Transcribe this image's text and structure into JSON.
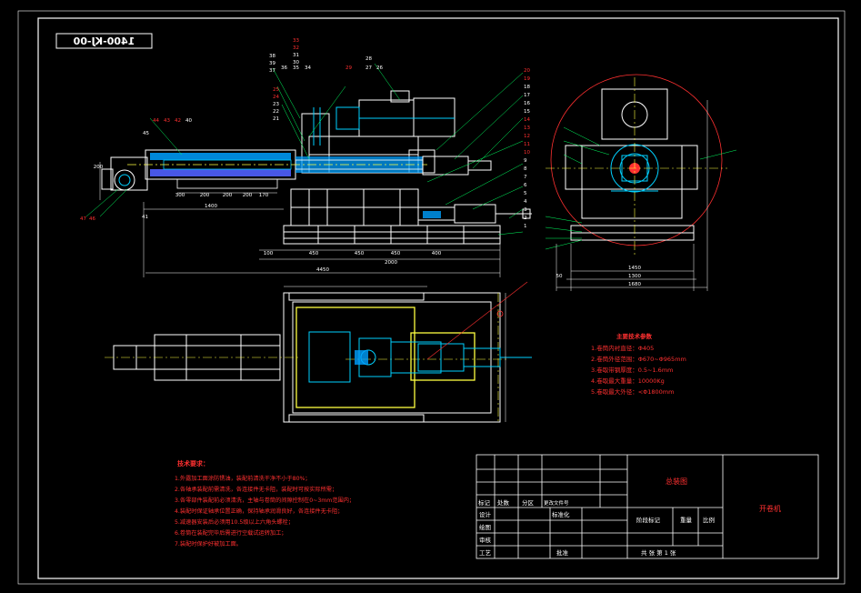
{
  "drawing_number": "1400-KJ-00",
  "colors": {
    "background": "#000000",
    "frame": "#ffffff",
    "outline": "#ffffff",
    "detail": "#00d0ff",
    "annotation": "#ff3030",
    "leader": "#00ff60",
    "centerline": "#ffff40",
    "cyan_body": "#00a0ff",
    "blue_body": "#5060ff"
  },
  "front_view": {
    "dimensions": [
      "1400",
      "100",
      "450",
      "450",
      "450",
      "400",
      "2000",
      "4450",
      "200",
      "300",
      "200",
      "200",
      "200",
      "170"
    ],
    "part_labels_top": [
      "38",
      "39",
      "37",
      "36",
      "35",
      "34",
      "33",
      "32",
      "31",
      "30",
      "29",
      "28",
      "27",
      "26",
      "25",
      "24",
      "23",
      "22",
      "21"
    ],
    "part_labels_left": [
      "47",
      "46",
      "45",
      "44",
      "43",
      "42",
      "41",
      "40"
    ],
    "part_labels_right": [
      "20",
      "19",
      "18",
      "17",
      "16",
      "15",
      "14",
      "13",
      "12",
      "11",
      "10",
      "9",
      "8",
      "7",
      "6",
      "5",
      "4",
      "3",
      "2",
      "1"
    ]
  },
  "side_view": {
    "dimensions": [
      "1450",
      "1300",
      "1680",
      "50"
    ]
  },
  "tech_params": {
    "title": "主要技术参数",
    "items": [
      "1.卷筒内衬直径：Φ405",
      "2.卷筒外径范围：Φ670~Φ965mm",
      "3.卷取带钢厚度：0.5~1.6mm",
      "4.卷取最大重量：10000Kg",
      "5.卷取最大外径：<Φ1800mm"
    ]
  },
  "tech_requirements": {
    "title": "技术要求：",
    "items": [
      "1.外露加工面涂防锈油，装配前清洗干净不小于80%；",
      "2.各轴承装配前需清洗，各连接件无卡阻，装配时可按实际所需；",
      "3.各零部件装配前必须清洗，主轴与卷筒的间隙控制在0~3mm范围内；",
      "4.装配时保证轴承位置正确，保持轴承润滑良好，各连接件无卡阻；",
      "5.减速器安装后必须用10.5级以上六角头螺栓；",
      "6.卷筒在装配完毕后需进行空载试运转加工；",
      "7.装配时保护好被加工面。"
    ]
  },
  "title_block": {
    "drawing_title": "总装图",
    "product_name": "开卷机",
    "row_labels": [
      "标记",
      "处数",
      "分区",
      "更改文件号"
    ],
    "design": "设计",
    "standardize": "标准化",
    "draw": "绘图",
    "check": "审核",
    "process": "工艺",
    "approve": "批准",
    "stage_mark": "阶段标记",
    "weight": "重量",
    "scale": "比例",
    "sheets": "共  张 第 1 张"
  }
}
